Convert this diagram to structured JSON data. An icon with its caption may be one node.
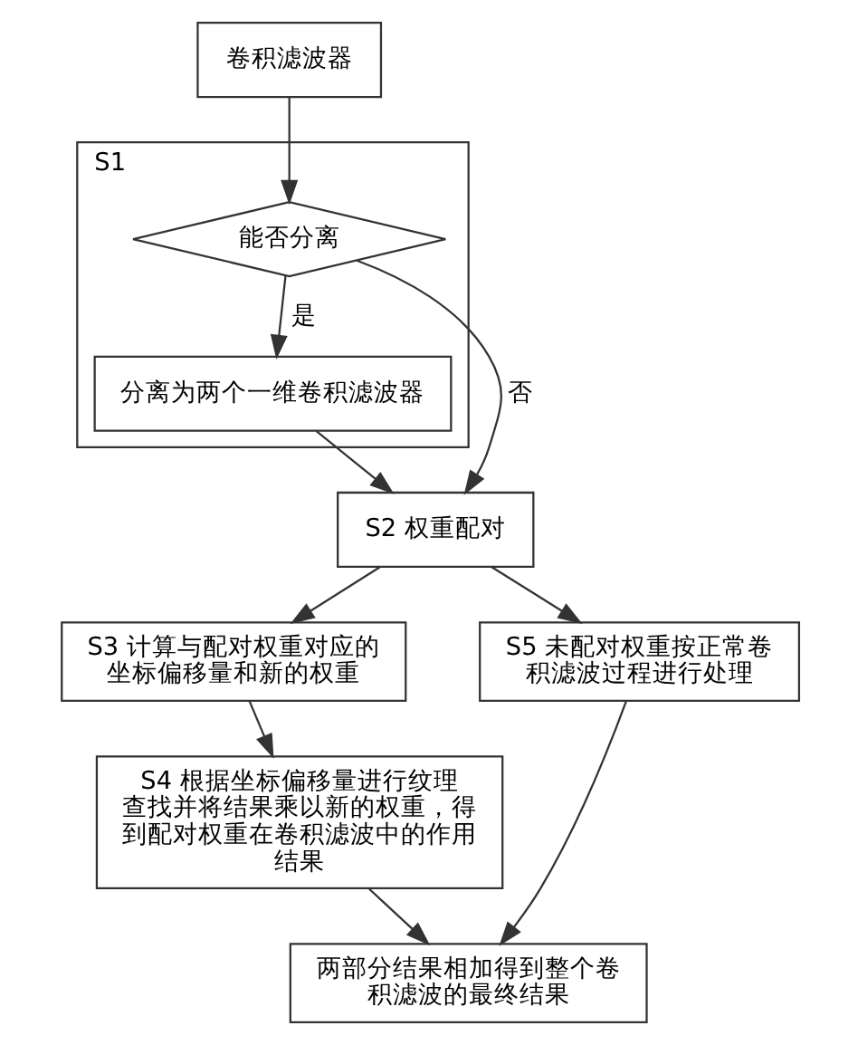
{
  "diagram": {
    "nodes": [
      {
        "text": [
          "卷积滤波器"
        ]
      },
      {
        "text": [
          "S1"
        ]
      },
      {
        "text": [
          "能否分离"
        ],
        "in": 1
      },
      {
        "text": [
          "分离为两个一维卷积滤波器"
        ],
        "in": 1
      },
      {
        "text": [
          "S2 权重配对"
        ]
      },
      {
        "text": [
          "S3 计算与配对权重对应的坐标偏移量和新的权重"
        ]
      },
      {
        "text": [
          "S4 根据坐标偏移量进行纹理查找并将结果乘以新的权重，得到配对权重在卷积滤波中的作用结果"
        ]
      },
      {
        "text": [
          "S5 未配对权重按正常卷积滤波过程进行处理"
        ]
      },
      {
        "text": [
          "两部分结果相加得到整个卷积滤波的最终结果"
        ]
      }
    ],
    "edges": [
      {
        "from": 0,
        "to": 2,
        "arrow": "to"
      },
      {
        "from": 2,
        "to": 3,
        "arrow": "to",
        "label": "是"
      },
      {
        "from": 3,
        "to": 4,
        "arrow": "to"
      },
      {
        "from": 2,
        "to": 4,
        "arrow": "to",
        "label": "否"
      },
      {
        "from": 4,
        "to": 5,
        "arrow": "to"
      },
      {
        "from": 4,
        "to": 7,
        "arrow": "to"
      },
      {
        "from": 5,
        "to": 6,
        "arrow": "to"
      },
      {
        "from": 6,
        "to": 8,
        "arrow": "to"
      },
      {
        "from": 7,
        "to": 8,
        "arrow": "to"
      }
    ]
  }
}
